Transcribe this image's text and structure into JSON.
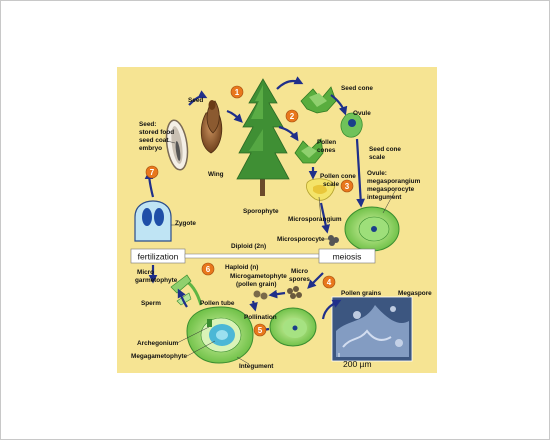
{
  "colors": {
    "background": "#f6e493",
    "arrow": "#1f2f8a",
    "step_circle": "#e8771c",
    "plant_green": "#5fb544",
    "capsule_blue": "#2f5db5"
  },
  "steps": [
    "1",
    "2",
    "3",
    "4",
    "5",
    "6",
    "7"
  ],
  "phase_bar": {
    "left": "fertilization",
    "right": "meiosis",
    "diploid": "Diploid (2n)",
    "haploid": "Haploid (n)"
  },
  "labels": {
    "seed": "Seed",
    "seed_parts": [
      "Seed:",
      "stored food",
      "seed coat",
      "embryo"
    ],
    "wing": "Wing",
    "sporophyte": "Sporophyte",
    "seed_cone": "Seed cone",
    "ovule": "Ovule",
    "seed_cone_scale": [
      "Seed cone",
      "scale"
    ],
    "pollen_cones": [
      "Pollen",
      "cones"
    ],
    "pollen_cone_scale": [
      "Pollen cone",
      "scale"
    ],
    "microsporangium": "Microsporangium",
    "microsporocyte": "Microsporocyte",
    "ovule_parts": [
      "Ovule:",
      "megasporangium",
      "megasporocyte",
      "integument"
    ],
    "zygote": "Zygote",
    "micro_gametophyte": [
      "Micro",
      "garmetophyte"
    ],
    "sperm": "Sperm",
    "pollen_tube": "Pollen tube",
    "microgametophyte_pollen": [
      "Microgametophyte",
      "(pollen grain)"
    ],
    "micro_spores": [
      "Micro",
      "spores"
    ],
    "pollen_grains": "Pollen grains",
    "megaspore": "Megaspore",
    "pollination": "Pollination",
    "archegonium": "Archegonium",
    "megagametophyte": "Megagametophyte",
    "integument": "Integument",
    "scale_bar": "200 µm"
  },
  "icons": [
    "pine-tree-icon",
    "seed-icon",
    "cone-icon",
    "ovule-icon",
    "zygote-icon",
    "micrograph-icon"
  ]
}
